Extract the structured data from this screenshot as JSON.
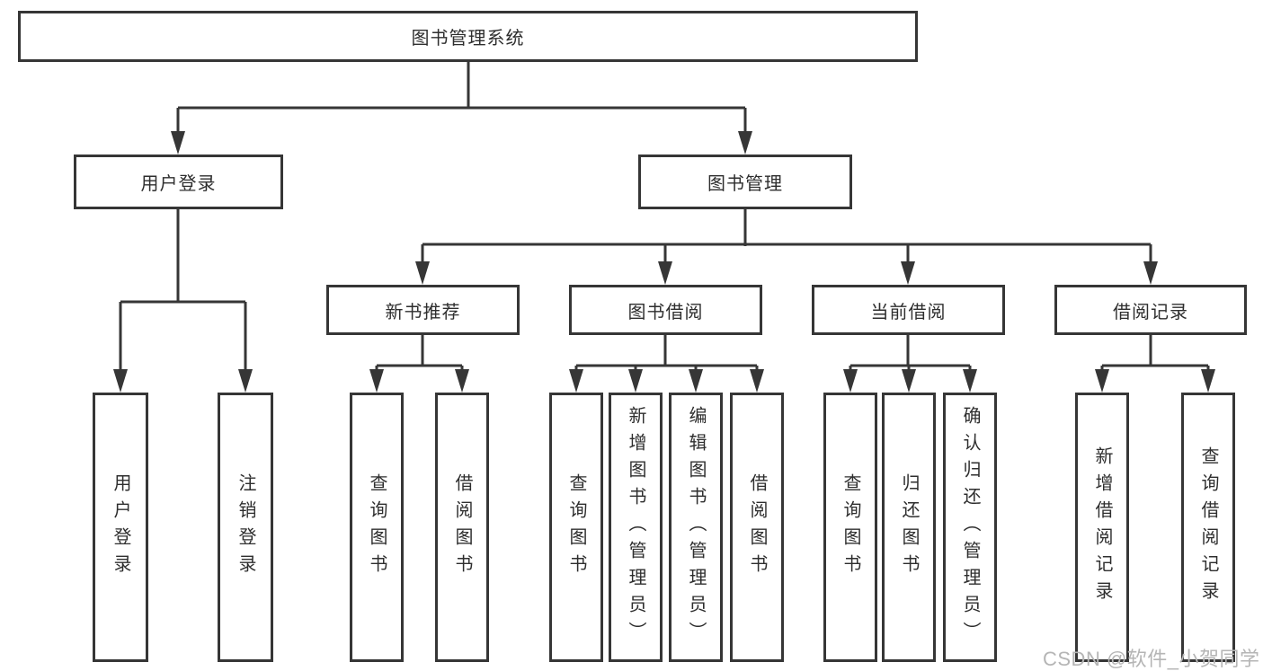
{
  "colors": {
    "line_color": "#363636",
    "text_color": "#2e2e2e",
    "watermark_color": "#b5b5b5",
    "background": "#ffffff"
  },
  "watermark": {
    "text": "CSDN @软件_小贺同学"
  },
  "tree": {
    "label": "图书管理系统",
    "children": [
      {
        "label": "用户登录",
        "children": [
          {
            "label": "用户登录"
          },
          {
            "label": "注销登录"
          }
        ]
      },
      {
        "label": "图书管理",
        "children": [
          {
            "label": "新书推荐",
            "children": [
              {
                "label": "查询图书"
              },
              {
                "label": "借阅图书"
              }
            ]
          },
          {
            "label": "图书借阅",
            "children": [
              {
                "label": "查询图书"
              },
              {
                "label": "新增图书（管理员）"
              },
              {
                "label": "编辑图书（管理员）"
              },
              {
                "label": "借阅图书"
              }
            ]
          },
          {
            "label": "当前借阅",
            "children": [
              {
                "label": "查询图书"
              },
              {
                "label": "归还图书"
              },
              {
                "label": "确认归还（管理员）"
              }
            ]
          },
          {
            "label": "借阅记录",
            "children": [
              {
                "label": "新增借阅记录"
              },
              {
                "label": "查询借阅记录"
              }
            ]
          }
        ]
      }
    ]
  }
}
